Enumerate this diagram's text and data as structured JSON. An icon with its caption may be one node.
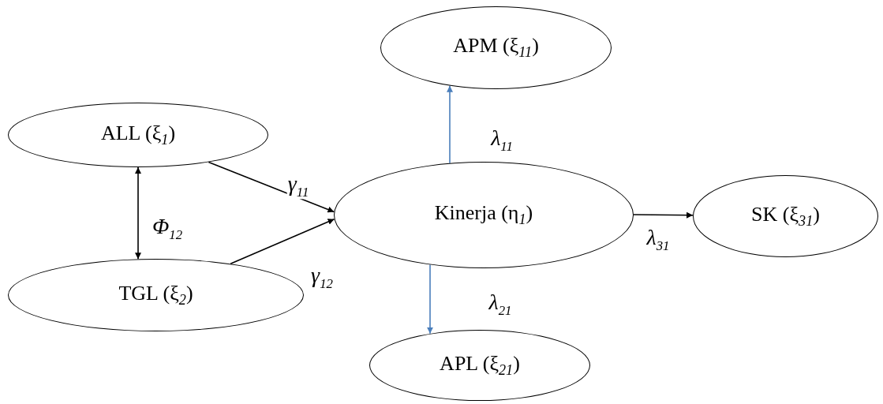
{
  "diagram": {
    "nodes": [
      {
        "text": [
          "ALL (ξ$_{1}$)"
        ]
      },
      {
        "text": [
          "TGL (ξ$_{2}$)"
        ]
      },
      {
        "text": [
          "Kinerja (η$_{1}$)"
        ]
      },
      {
        "text": [
          "APM (ξ$_{11}$)"
        ]
      },
      {
        "text": [
          "SK (ξ$_{31}$)"
        ]
      },
      {
        "text": [
          "APL (ξ$_{21}$)"
        ]
      }
    ],
    "edges": [
      {
        "from": 0,
        "to": 1,
        "arrow": "both",
        "label": "Φ$_{12}$"
      },
      {
        "from": 0,
        "to": 2,
        "arrow": "to",
        "label": "γ$_{11}$"
      },
      {
        "from": 1,
        "to": 2,
        "arrow": "to",
        "label": "γ$_{12}$"
      },
      {
        "from": 2,
        "to": 3,
        "arrow": "to",
        "label": "λ$_{11}$",
        "color": "#4a7ebb"
      },
      {
        "from": 2,
        "to": 4,
        "arrow": "to",
        "label": "λ$_{31}$"
      },
      {
        "from": 2,
        "to": 5,
        "arrow": "to",
        "label": "λ$_{21}$",
        "color": "#4a7ebb"
      }
    ]
  }
}
